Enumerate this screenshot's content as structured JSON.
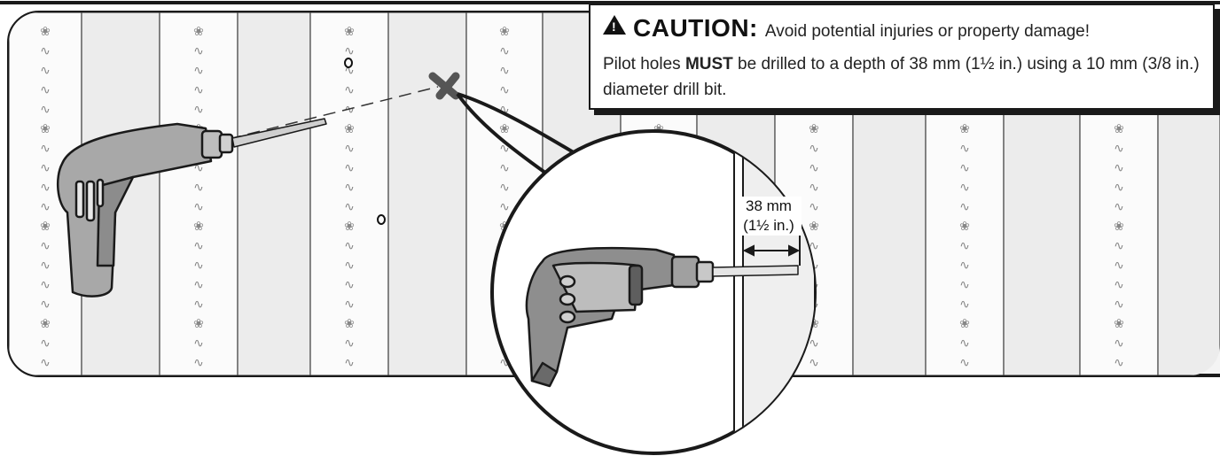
{
  "caution": {
    "label": "CAUTION:",
    "headline": "Avoid potential injuries or property damage!",
    "body_prefix": "Pilot holes ",
    "body_emphasis": "MUST",
    "body_suffix": " be drilled to a depth of 38 mm (1½ in.) using a 10 mm (3/8 in.) diameter drill bit.",
    "icon": "warning-triangle-icon"
  },
  "dimension": {
    "metric": "38 mm",
    "imperial": "(1½ in.)"
  },
  "icons": {
    "drill": "power-drill-icon",
    "target": "x-mark-icon",
    "pilot_hole": "hole-marker-icon"
  },
  "colors": {
    "wall_fill": "#f2f2f2",
    "stud_fill": "#dcdcdc",
    "outline": "#1a1a1a",
    "drill_body": "#9a9a9a",
    "marker": "#555555"
  }
}
